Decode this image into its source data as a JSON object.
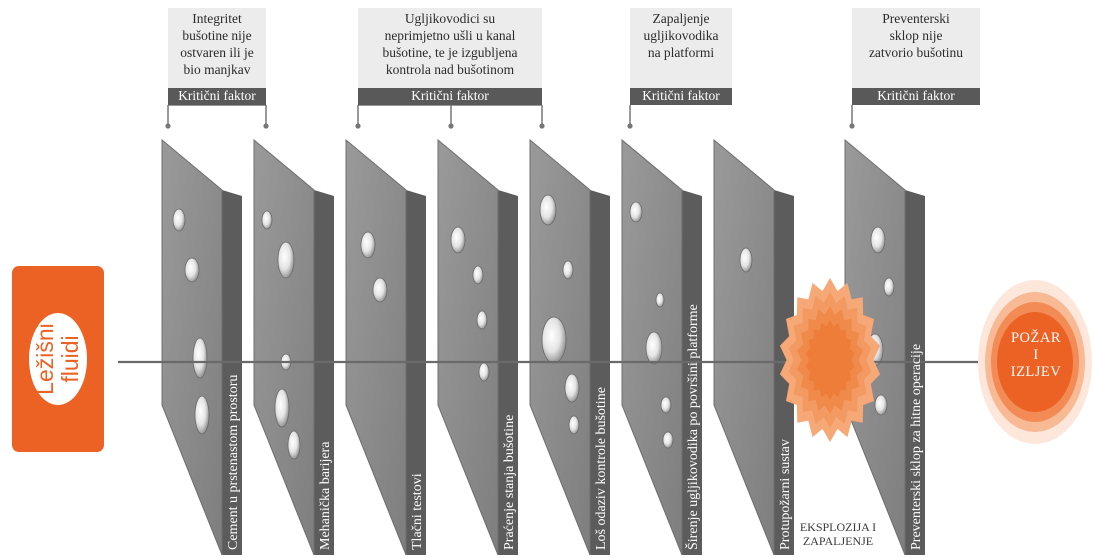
{
  "critical_factors": [
    {
      "description": "Integritet\nbušotine nije\nostvaren ili je\nbio manjkav",
      "label": "Kritični faktor"
    },
    {
      "description": "Ugljikovodici su\nneprimjetno ušli u kanal\nbušotine, te je izgubljena\nkontrola nad bušotinom",
      "label": "Kritični faktor"
    },
    {
      "description": "Zapaljenje\nugljikovodika\nna platformi",
      "label": "Kritični faktor"
    },
    {
      "description": "Preventerski\nsklop nije\nzatvorio bušotinu",
      "label": "Kritični faktor"
    }
  ],
  "source": {
    "label": "Ležišni\nfluidi"
  },
  "barriers": [
    "Cement u prstenastom prostoru",
    "Mehanička barijera",
    "Tlačni testovi",
    "Praćenje stanja bušotine",
    "Loš odaziv kontrole bušotine",
    "Širenje ugljikovodika po površini platforme",
    "Protupožarni sustav",
    "Preventerski sklop za hitne operacije"
  ],
  "event": {
    "label": "EKSPLOZIJA I\nZAPALJENJE"
  },
  "outcome": {
    "label": "POŽAR\nI\nIZLJEV"
  },
  "colors": {
    "accent_orange": "#ec6224",
    "explosion_orange": "#f08a4b",
    "panel_front": "#8e8e8e",
    "panel_side": "#5c5c5c",
    "factor_bar": "#595959",
    "factor_box": "#ececec"
  }
}
